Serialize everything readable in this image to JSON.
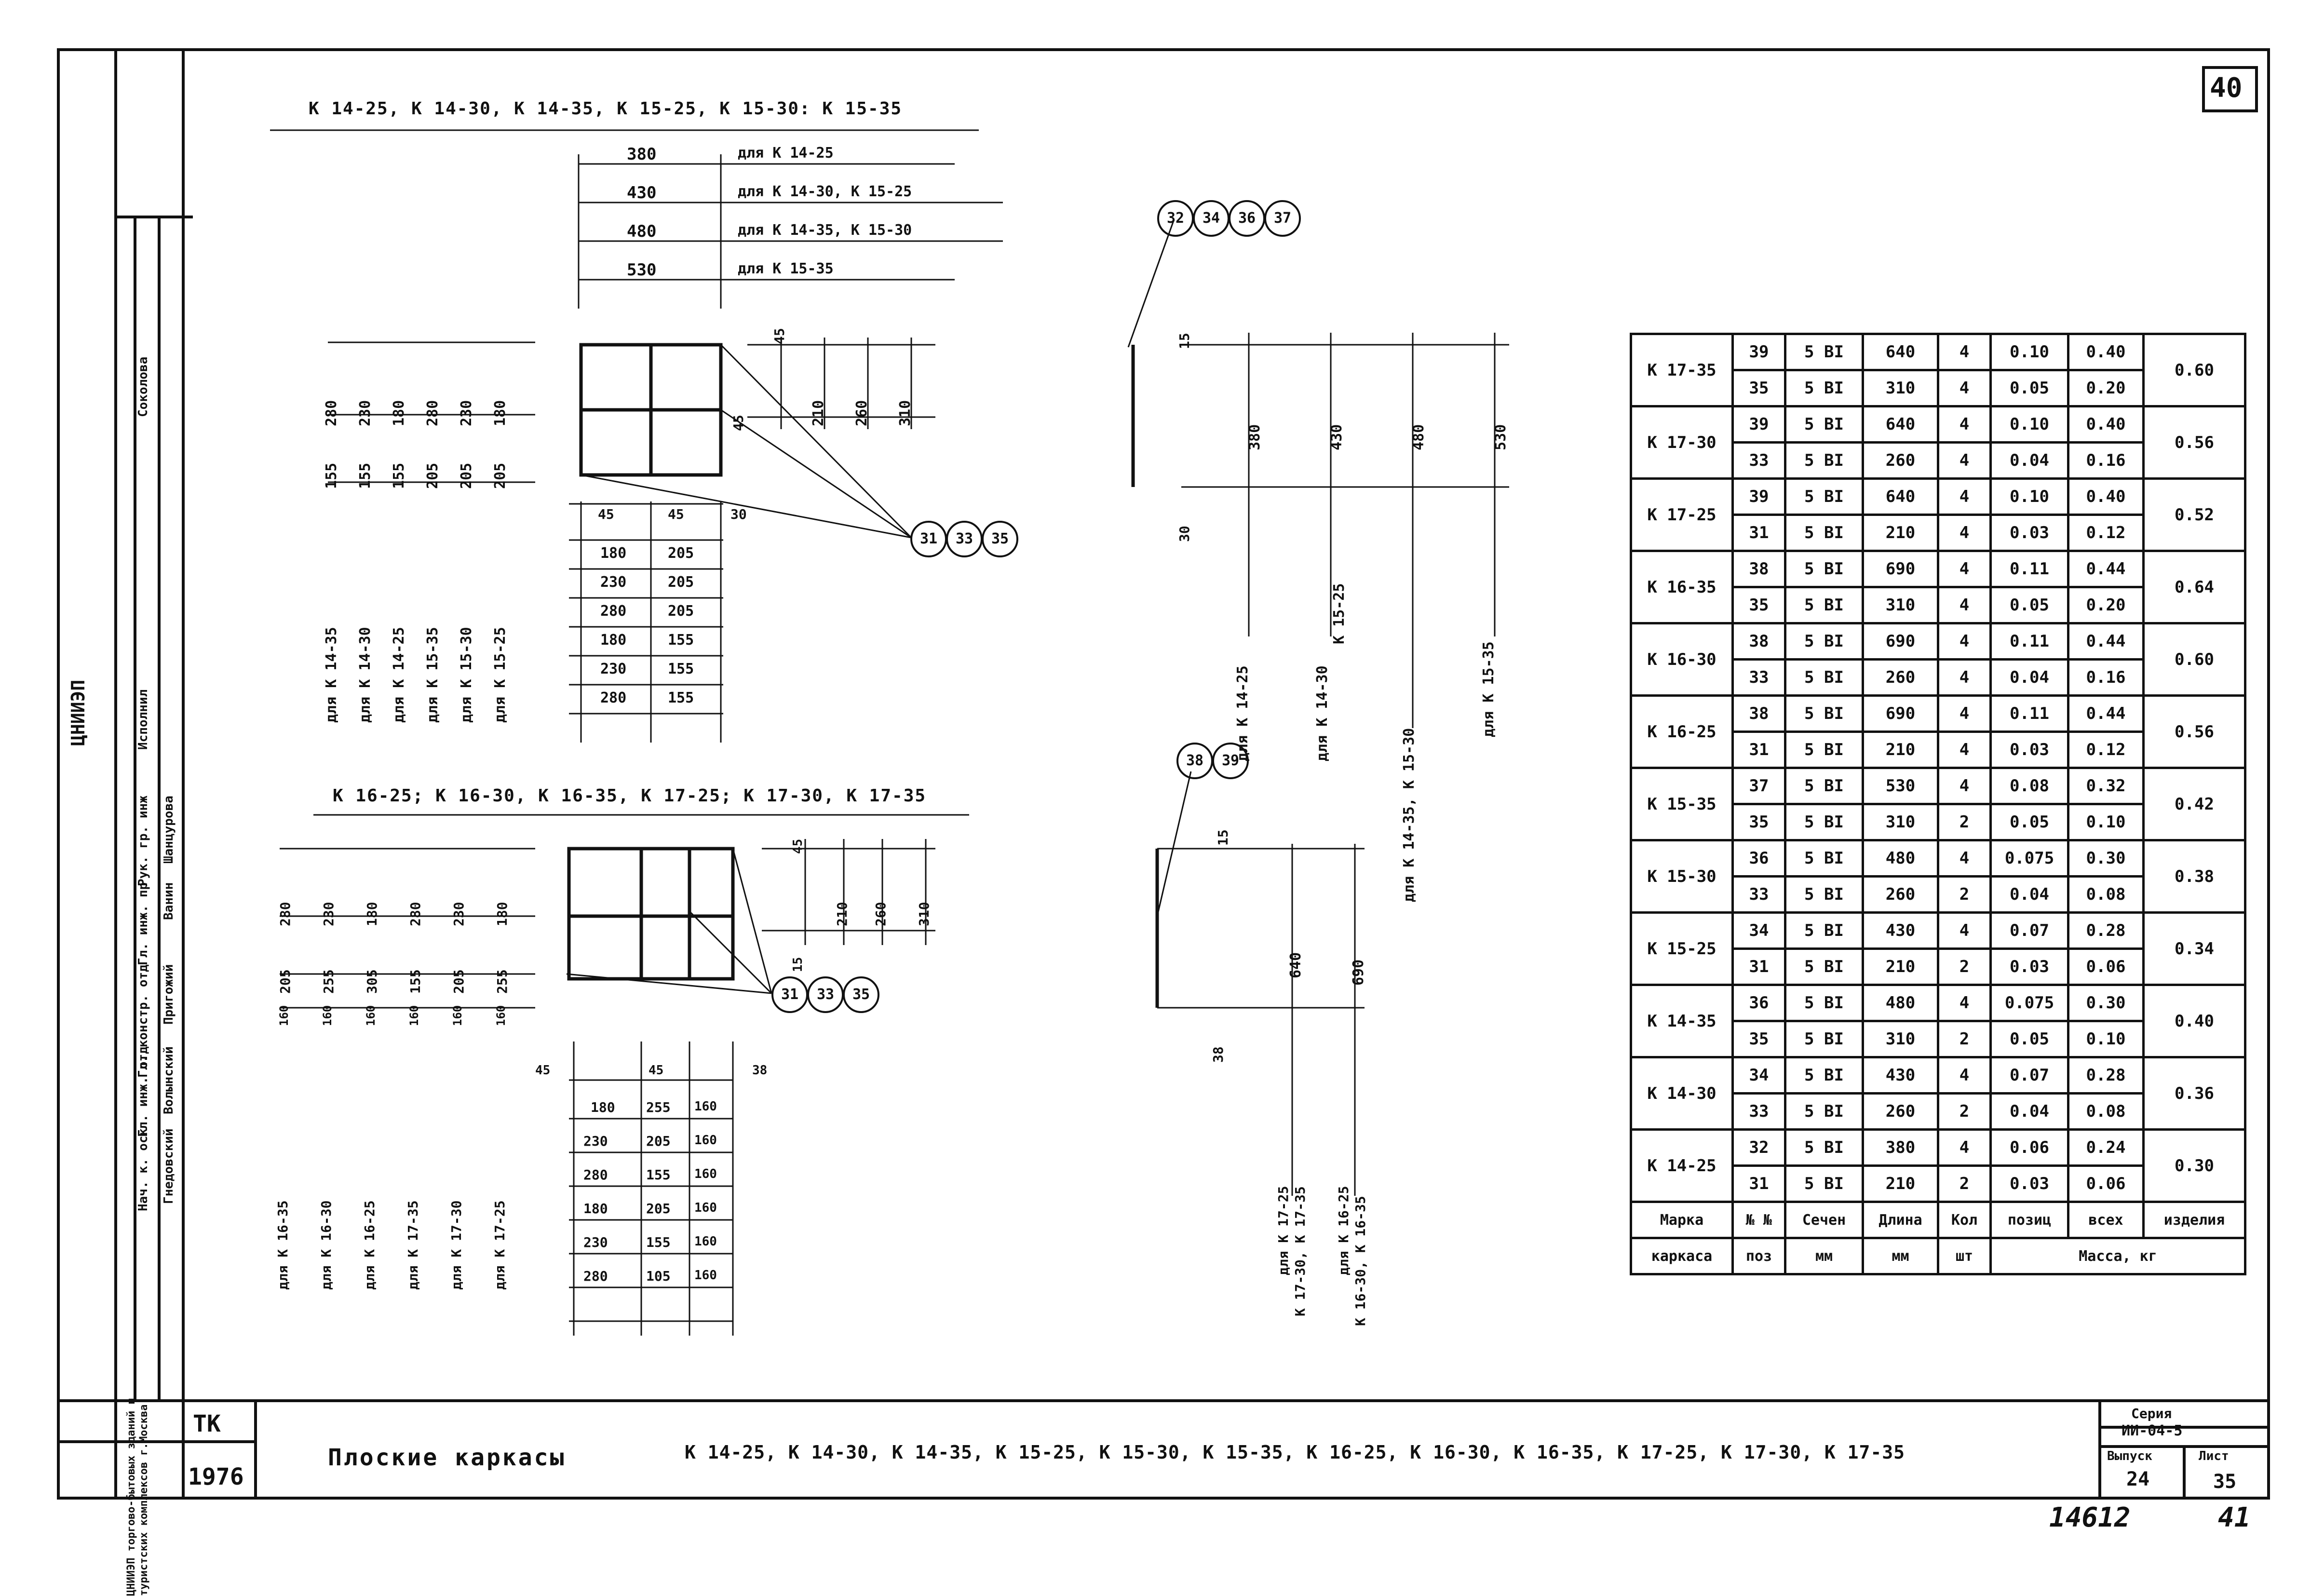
{
  "sheet_number": "40",
  "title": "Плоские каркасы",
  "title_marks": "К 14-25, К 14-30, К 14-35, К 15-25, К 15-30, К 15-35, К 16-25, К 16-30, К 16-35, К 17-25, К 17-30, К 17-35",
  "series_label": "Серия",
  "series_value": "ИИ-04-5",
  "issue_label": "Выпуск",
  "issue_value": "24",
  "sheet_label": "Лист",
  "sheet_value": "35",
  "tk_label": "ТК",
  "year": "1976",
  "bottom_numbers": {
    "archive": "14612",
    "page": "41"
  },
  "org_name": "ЦНИИЭП торгово-бытовых зданий и туристских комплексов г.Москва",
  "org_logo_text": "ЦНИИЭП",
  "staff": [
    {
      "role": "Нач. к. оск",
      "name": "Гнедовский"
    },
    {
      "role": "Гл. инж. отд",
      "name": "Волынский"
    },
    {
      "role": "Гл. констр. отд",
      "name": "Пригожий"
    },
    {
      "role": "Гл. инж. пр",
      "name": "Ванин"
    },
    {
      "role": "Рук. гр. инж",
      "name": "Шанцурова"
    }
  ],
  "staff_extra": [
    {
      "role": "Исполнил",
      "name": "Соколова"
    }
  ],
  "group1": {
    "heading": "К 14-25, К 14-30, К 14-35, К 15-25, К 15-30: К 15-35",
    "lengths": [
      {
        "value": "380",
        "label": "для К 14-25"
      },
      {
        "value": "430",
        "label": "для К 14-30, К 15-25"
      },
      {
        "value": "480",
        "label": "для К 14-35, К 15-30"
      },
      {
        "value": "530",
        "label": "для К 15-35"
      }
    ],
    "dims_top": [
      "280",
      "230",
      "180",
      "280",
      "230",
      "180"
    ],
    "dims_mid": [
      "155",
      "155",
      "155",
      "205",
      "205",
      "205"
    ],
    "dim_labels": [
      "для К 14-35",
      "для К 14-30",
      "для К 14-25",
      "для К 15-35",
      "для К 15-30",
      "для К 15-25"
    ],
    "bottom_dims": [
      "45",
      "45",
      "30"
    ],
    "bottom_table": [
      [
        "180",
        "205"
      ],
      [
        "230",
        "205"
      ],
      [
        "280",
        "205"
      ],
      [
        "180",
        "155"
      ],
      [
        "230",
        "155"
      ],
      [
        "280",
        "155"
      ]
    ],
    "side_dims": [
      "45",
      "45",
      "210",
      "260",
      "310"
    ],
    "circles": [
      "31",
      "33",
      "35"
    ]
  },
  "group1_right": {
    "circles": [
      "32",
      "34",
      "36",
      "37"
    ],
    "top_dims": [
      "15",
      "30"
    ],
    "lengths": [
      "380",
      "430",
      "480",
      "530"
    ],
    "labels": [
      "для К 14-25",
      "для К 14-30",
      "К 15-25",
      "для К 14-35, К 15-30",
      "для К 15-35"
    ]
  },
  "group2": {
    "heading": "К 16-25; К 16-30, К 16-35, К 17-25; К 17-30, К 17-35",
    "dims_top": [
      "280",
      "230",
      "180",
      "280",
      "230",
      "180"
    ],
    "dims_mid": [
      "205",
      "255",
      "305",
      "155",
      "205",
      "255"
    ],
    "dims_small": [
      "160",
      "160",
      "160",
      "160",
      "160",
      "160"
    ],
    "dim_labels": [
      "для К 16-35",
      "для К 16-30",
      "для К 16-25",
      "для К 17-35",
      "для К 17-30",
      "для К 17-25"
    ],
    "bottom_dims": [
      "45",
      "45",
      "38"
    ],
    "bottom_table": [
      [
        "180",
        "255",
        "160"
      ],
      [
        "230",
        "205",
        "160"
      ],
      [
        "280",
        "155",
        "160"
      ],
      [
        "180",
        "205",
        "160"
      ],
      [
        "230",
        "155",
        "160"
      ],
      [
        "280",
        "105",
        "160"
      ]
    ],
    "side_dims": [
      "45",
      "15",
      "210",
      "260",
      "310"
    ],
    "circles": [
      "31",
      "33",
      "35"
    ]
  },
  "group2_right": {
    "circles": [
      "38",
      "39"
    ],
    "dims": [
      "15",
      "38",
      "640",
      "690"
    ],
    "labels": [
      "для К 17-25",
      "К 17-30, К 17-35",
      "для К 16-25",
      "К 16-30, К 16-35"
    ]
  },
  "mass_table": {
    "rows": [
      {
        "mark": "К 17-35",
        "items": [
          [
            "39",
            "5 ВI",
            "640",
            "4",
            "0.10",
            "0.40"
          ],
          [
            "35",
            "5 ВI",
            "310",
            "4",
            "0.05",
            "0.20"
          ]
        ],
        "total": "0.60"
      },
      {
        "mark": "К 17-30",
        "items": [
          [
            "39",
            "5 ВI",
            "640",
            "4",
            "0.10",
            "0.40"
          ],
          [
            "33",
            "5 ВI",
            "260",
            "4",
            "0.04",
            "0.16"
          ]
        ],
        "total": "0.56"
      },
      {
        "mark": "К 17-25",
        "items": [
          [
            "39",
            "5 ВI",
            "640",
            "4",
            "0.10",
            "0.40"
          ],
          [
            "31",
            "5 ВI",
            "210",
            "4",
            "0.03",
            "0.12"
          ]
        ],
        "total": "0.52"
      },
      {
        "mark": "К 16-35",
        "items": [
          [
            "38",
            "5 ВI",
            "690",
            "4",
            "0.11",
            "0.44"
          ],
          [
            "35",
            "5 ВI",
            "310",
            "4",
            "0.05",
            "0.20"
          ]
        ],
        "total": "0.64"
      },
      {
        "mark": "К 16-30",
        "items": [
          [
            "38",
            "5 ВI",
            "690",
            "4",
            "0.11",
            "0.44"
          ],
          [
            "33",
            "5 ВI",
            "260",
            "4",
            "0.04",
            "0.16"
          ]
        ],
        "total": "0.60"
      },
      {
        "mark": "К 16-25",
        "items": [
          [
            "38",
            "5 ВI",
            "690",
            "4",
            "0.11",
            "0.44"
          ],
          [
            "31",
            "5 ВI",
            "210",
            "4",
            "0.03",
            "0.12"
          ]
        ],
        "total": "0.56"
      },
      {
        "mark": "К 15-35",
        "items": [
          [
            "37",
            "5 ВI",
            "530",
            "4",
            "0.08",
            "0.32"
          ],
          [
            "35",
            "5 ВI",
            "310",
            "2",
            "0.05",
            "0.10"
          ]
        ],
        "total": "0.42"
      },
      {
        "mark": "К 15-30",
        "items": [
          [
            "36",
            "5 ВI",
            "480",
            "4",
            "0.075",
            "0.30"
          ],
          [
            "33",
            "5 ВI",
            "260",
            "2",
            "0.04",
            "0.08"
          ]
        ],
        "total": "0.38"
      },
      {
        "mark": "К 15-25",
        "items": [
          [
            "34",
            "5 ВI",
            "430",
            "4",
            "0.07",
            "0.28"
          ],
          [
            "31",
            "5 ВI",
            "210",
            "2",
            "0.03",
            "0.06"
          ]
        ],
        "total": "0.34"
      },
      {
        "mark": "К 14-35",
        "items": [
          [
            "36",
            "5 ВI",
            "480",
            "4",
            "0.075",
            "0.30"
          ],
          [
            "35",
            "5 ВI",
            "310",
            "2",
            "0.05",
            "0.10"
          ]
        ],
        "total": "0.40"
      },
      {
        "mark": "К 14-30",
        "items": [
          [
            "34",
            "5 ВI",
            "430",
            "4",
            "0.07",
            "0.28"
          ],
          [
            "33",
            "5 ВI",
            "260",
            "2",
            "0.04",
            "0.08"
          ]
        ],
        "total": "0.36"
      },
      {
        "mark": "К 14-25",
        "items": [
          [
            "32",
            "5 ВI",
            "380",
            "4",
            "0.06",
            "0.24"
          ],
          [
            "31",
            "5 ВI",
            "210",
            "2",
            "0.03",
            "0.06"
          ]
        ],
        "total": "0.30"
      }
    ],
    "header": {
      "mark_top": "Марка",
      "mark_bottom": "каркаса",
      "pos_top": "№ №",
      "pos_bottom": "поз",
      "sec_top": "Сечен",
      "sec_bottom": "мм",
      "len_top": "Длина",
      "len_bottom": "мм",
      "qty_top": "Кол",
      "qty_bottom": "шт",
      "mass_pos": "позиц",
      "mass_all": "всех",
      "mass_item": "изделия",
      "mass_caption": "Масса, кг"
    }
  }
}
